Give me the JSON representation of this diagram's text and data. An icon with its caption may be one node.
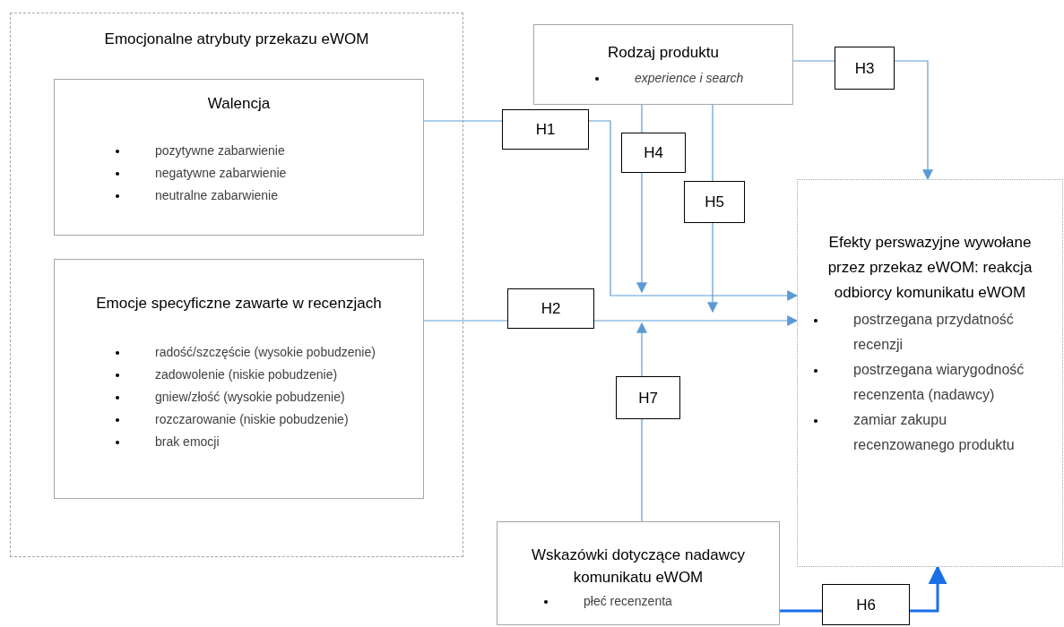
{
  "diagram": {
    "nodes": [
      {
        "text": [
          "Emocjonalne atrybuty przekazu eWOM"
        ]
      },
      {
        "text": [
          "Walencja",
          "pozytywne zabarwienie",
          "negatywne zabarwienie",
          "neutralne zabarwienie"
        ],
        "in": 0
      },
      {
        "text": [
          "Emocje specyficzne zawarte w recenzjach",
          "radość/szczęście (wysokie pobudzenie)",
          "zadowolenie (niskie pobudzenie)",
          "gniew/złość (wysokie pobudzenie)",
          "rozczarowanie (niskie pobudzenie)",
          "brak emocji"
        ],
        "in": 0
      },
      {
        "text": [
          "Rodzaj produktu",
          "experience i search"
        ]
      },
      {
        "text": [
          "H1"
        ]
      },
      {
        "text": [
          "H2"
        ]
      },
      {
        "text": [
          "H3"
        ]
      },
      {
        "text": [
          "H4"
        ]
      },
      {
        "text": [
          "H5"
        ]
      },
      {
        "text": [
          "H6"
        ]
      },
      {
        "text": [
          "H7"
        ]
      },
      {
        "text": [
          "Efekty perswazyjne wywołane przez przekaz eWOM: reakcja odbiorcy komunikatu eWOM",
          "postrzegana przydatność recenzji",
          "postrzegana wiarygodność recenzenta (nadawcy)",
          "zamiar zakupu recenzowanego produktu"
        ]
      },
      {
        "text": [
          "Wskazówki dotyczące nadawcy komunikatu eWOM",
          "płeć recenzenta"
        ]
      }
    ],
    "edges": [
      {
        "from": 1,
        "to": 4,
        "arrow": "none"
      },
      {
        "from": 4,
        "to": 11,
        "arrow": "to"
      },
      {
        "from": 2,
        "to": 5,
        "arrow": "none"
      },
      {
        "from": 5,
        "to": 11,
        "arrow": "to"
      },
      {
        "from": 3,
        "to": 6,
        "arrow": "none"
      },
      {
        "from": 6,
        "to": 11,
        "arrow": "to"
      },
      {
        "from": 3,
        "to": 7,
        "arrow": "none"
      },
      {
        "from": 7,
        "to": null,
        "arrow": "to"
      },
      {
        "from": 3,
        "to": 8,
        "arrow": "none"
      },
      {
        "from": 8,
        "to": null,
        "arrow": "to"
      },
      {
        "from": 12,
        "to": 10,
        "arrow": "none"
      },
      {
        "from": 10,
        "to": null,
        "arrow": "to"
      },
      {
        "from": 12,
        "to": 9,
        "arrow": "none",
        "style": "thick",
        "color": "#1a6fe6"
      },
      {
        "from": 9,
        "to": 11,
        "arrow": "to",
        "style": "thick",
        "color": "#1a6fe6"
      }
    ]
  }
}
